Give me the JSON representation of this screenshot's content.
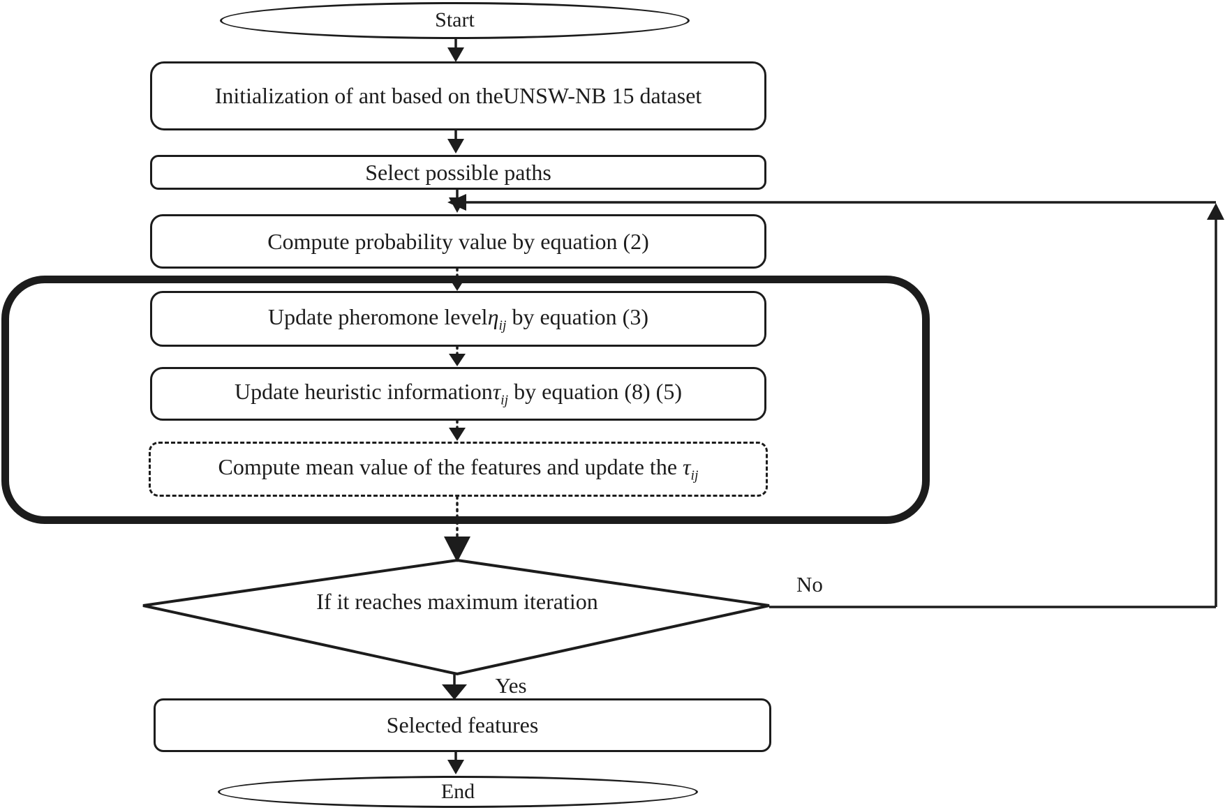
{
  "flowchart": {
    "terminators": {
      "start": "Start",
      "end": "End"
    },
    "boxes": {
      "init": "Initialization of ant based on theUNSW-NB 15 dataset",
      "select_paths": "Select possible paths",
      "compute_probability": "Compute probability value by equation (2)",
      "update_pheromone": {
        "pre": "Update pheromone level",
        "sym": "η",
        "sub": "ij",
        "post": " by equation (3)"
      },
      "update_heuristic": {
        "pre": "Update heuristic information",
        "sym": "τ",
        "sub": "ij",
        "post": " by equation (8) (5)"
      },
      "compute_mean": {
        "pre": "Compute mean value of the features and update the ",
        "sym": "τ",
        "sub": "ij",
        "post": ""
      },
      "decision": "If it reaches maximum iteration",
      "selected_features": "Selected features"
    },
    "labels": {
      "no": "No",
      "yes": "Yes"
    },
    "colors": {
      "ink": "#1c1c1c",
      "background": "#ffffff"
    }
  }
}
